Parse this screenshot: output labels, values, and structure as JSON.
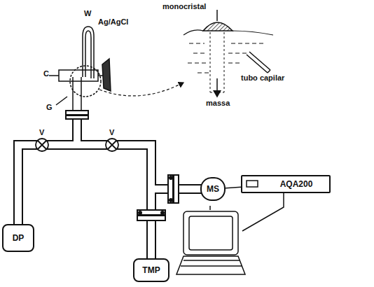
{
  "diagram": {
    "nodes": [
      {
        "text": [
          "AQA200"
        ]
      },
      {
        "text": [
          "MS"
        ]
      },
      {
        "text": [
          "DP"
        ]
      },
      {
        "text": [
          "TMP"
        ]
      }
    ],
    "edges": [
      {
        "from": 1,
        "to": 0,
        "arrow": "none"
      }
    ],
    "labels": [
      "monocristal",
      "W",
      "Ag/AgCl",
      "C",
      "tubo capilar",
      "G",
      "massa",
      "V",
      "V"
    ]
  }
}
